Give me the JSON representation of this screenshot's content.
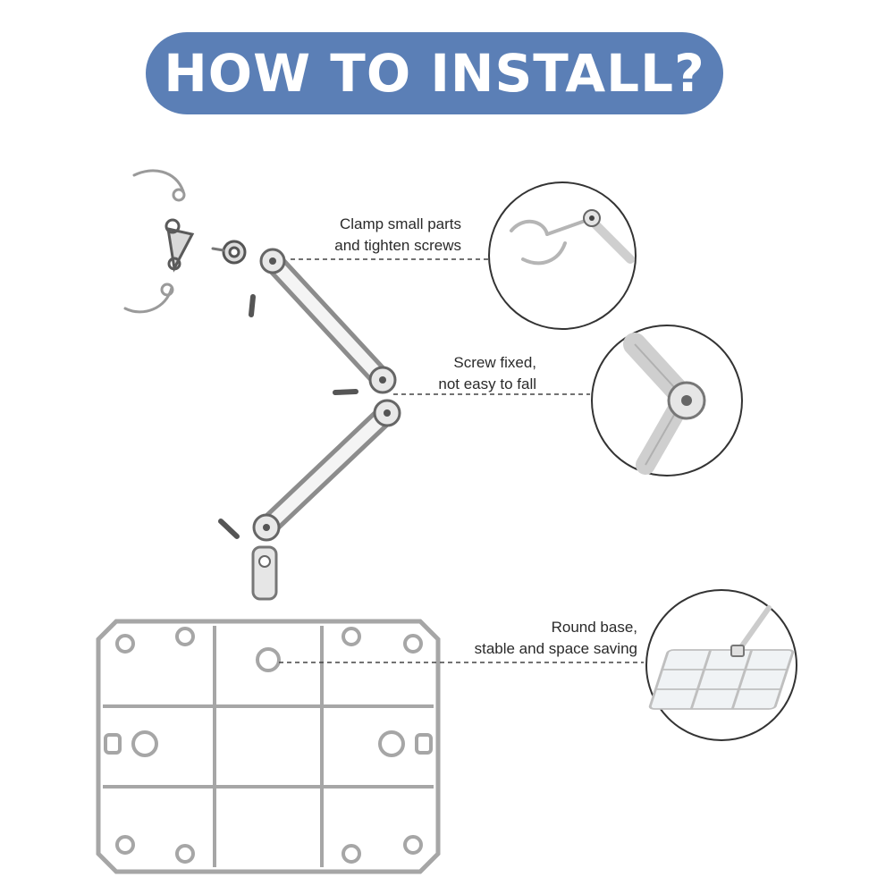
{
  "banner": {
    "title": "HOW TO INSTALL?",
    "color": "#5b7fb6"
  },
  "callouts": [
    {
      "lines": [
        "Clamp small parts",
        "and tighten screws"
      ],
      "detail": "clamp-closeup"
    },
    {
      "lines": [
        "Screw fixed,",
        "not easy to fall"
      ],
      "detail": "joint-closeup"
    },
    {
      "lines": [
        "Round base,",
        "stable and space saving"
      ],
      "detail": "base-closeup"
    }
  ],
  "colors": {
    "part_outline": "#8c8c8c",
    "part_fill": "#f4f4f4",
    "screw": "#555555",
    "leader": "#444444"
  }
}
